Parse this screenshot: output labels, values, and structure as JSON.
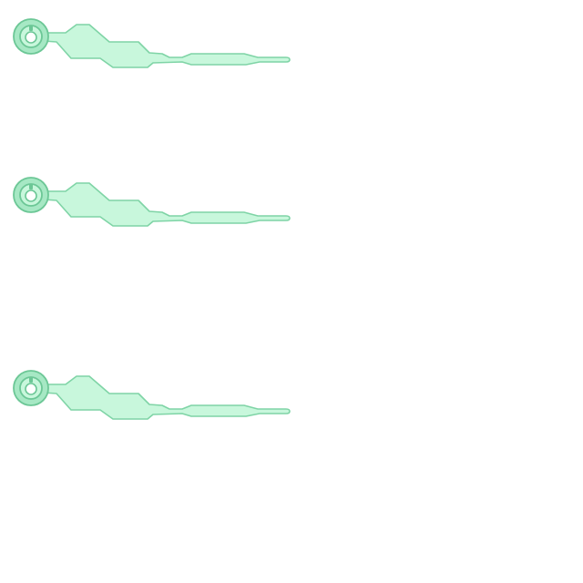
{
  "sprites": [
    {
      "id": "hand-1",
      "icon": "clock-hand-icon"
    },
    {
      "id": "hand-2",
      "icon": "clock-hand-icon"
    },
    {
      "id": "hand-3",
      "icon": "clock-hand-icon"
    }
  ],
  "colors": {
    "fill": "#c8f7dc",
    "stroke": "#7fd4a6",
    "hub_fill": "#a6e8c4",
    "hub_stroke": "#6cc796",
    "hub_hole": "#ffffff"
  }
}
